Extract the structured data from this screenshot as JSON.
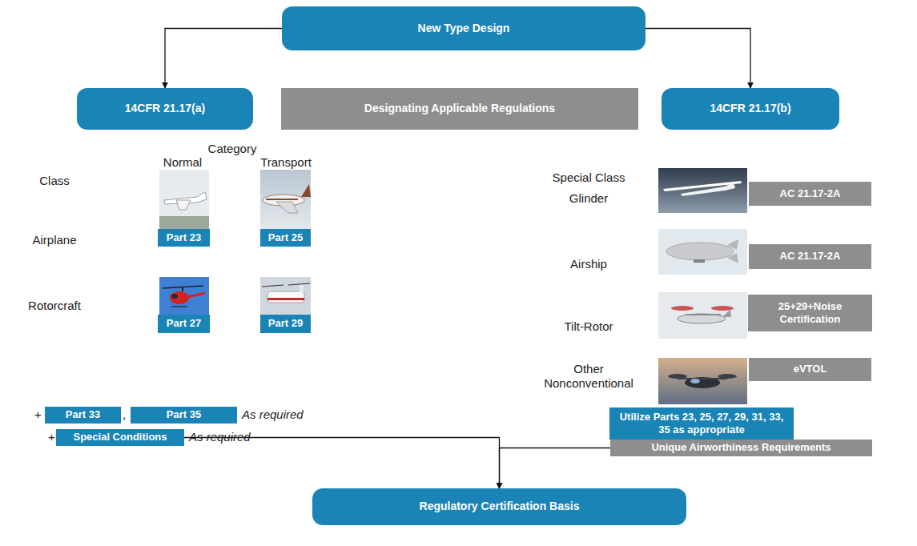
{
  "diagram": {
    "nodes": [
      {
        "text": [
          "New Type Design"
        ]
      },
      {
        "text": [
          "14CFR 21.17(a)"
        ]
      },
      {
        "text": [
          "Designating Applicable Regulations"
        ]
      },
      {
        "text": [
          "14CFR 21.17(b)"
        ]
      },
      {
        "text": [
          "Part 23"
        ]
      },
      {
        "text": [
          "Part 25"
        ]
      },
      {
        "text": [
          "Part 27"
        ]
      },
      {
        "text": [
          "Part 29"
        ]
      },
      {
        "text": [
          "Part 33"
        ]
      },
      {
        "text": [
          "Part 35"
        ]
      },
      {
        "text": [
          "Special Conditions"
        ]
      },
      {
        "text": [
          "AC 21.17-2A"
        ]
      },
      {
        "text": [
          "AC 21.17-2A"
        ]
      },
      {
        "text": [
          "25+29+Noise Certification"
        ]
      },
      {
        "text": [
          "eVTOL"
        ]
      },
      {
        "text": [
          "Utilize Parts 23, 25, 27, 29, 31, 33, 35 as appropriate"
        ]
      },
      {
        "text": [
          "Unique Airworthiness Requirements"
        ]
      },
      {
        "text": [
          "Regulatory Certification Basis"
        ]
      }
    ],
    "edges": [
      {
        "from": 0,
        "to": 1,
        "arrow": "to"
      },
      {
        "from": 0,
        "to": 3,
        "arrow": "to"
      },
      {
        "from": 10,
        "to": 17,
        "arrow": "to"
      },
      {
        "from": 16,
        "to": 17,
        "arrow": "to"
      }
    ],
    "labels": [
      "Category",
      "Normal",
      "Transport",
      "Class",
      "Airplane",
      "Rotorcraft",
      "+",
      ",",
      "As required",
      "+",
      "As required",
      "Special Class",
      "Glinder",
      "Airship",
      "Tilt-Rotor",
      "Other Nonconventional"
    ]
  }
}
